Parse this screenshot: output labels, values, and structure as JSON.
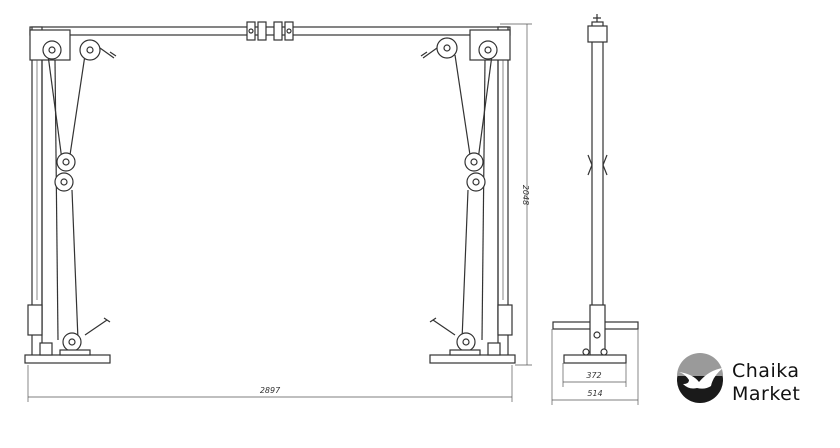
{
  "drawing": {
    "front_view": {
      "width_dimension": "2897",
      "height_dimension": "2048"
    },
    "side_view": {
      "base_inner_dimension": "372",
      "base_outer_dimension": "514"
    }
  },
  "logo": {
    "line1": "Chaika",
    "line2": "Market",
    "color": "#111111"
  }
}
